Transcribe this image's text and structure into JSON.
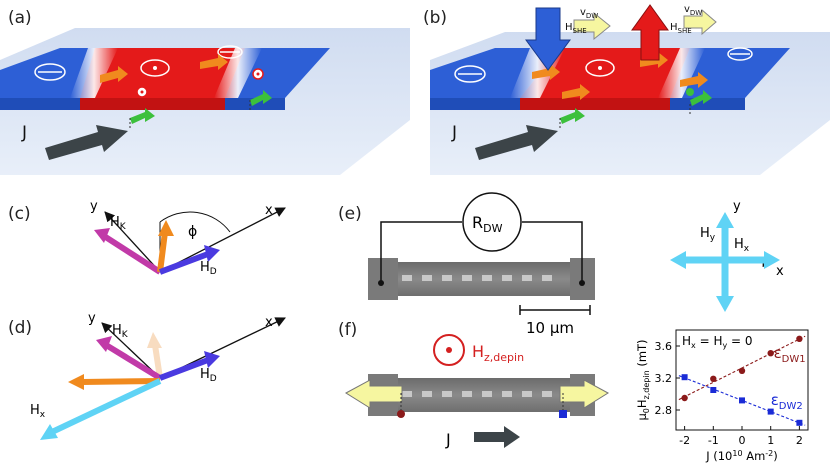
{
  "panels": {
    "a": {
      "label": "(a)",
      "current": "J"
    },
    "b": {
      "label": "(b)",
      "current": "J",
      "h_she": "H",
      "h_she_sub": "SHE",
      "v_dw": "v",
      "v_dw_sub": "DW"
    },
    "c": {
      "label": "(c)",
      "x": "x",
      "y": "y",
      "hk": "H",
      "hk_sub": "K",
      "hd": "H",
      "hd_sub": "D",
      "phi": "ϕ"
    },
    "d": {
      "label": "(d)",
      "x": "x",
      "y": "y",
      "hk": "H",
      "hk_sub": "K",
      "hd": "H",
      "hd_sub": "D",
      "hx": "H",
      "hx_sub": "x"
    },
    "e": {
      "label": "(e)",
      "r": "R",
      "r_sub": "DW",
      "scale": "10 μm"
    },
    "f": {
      "label": "(f)",
      "hz": "H",
      "hz_sub": "z,depin",
      "current": "J"
    },
    "axes": {
      "x": "x",
      "y": "y",
      "hx": "H",
      "hx_sub": "x",
      "hy": "H",
      "hy_sub": "y"
    }
  },
  "colors": {
    "blue_domain": "#2d5fd6",
    "red_domain": "#e41a1a",
    "orange": "#f08a1e",
    "magenta": "#c13aa8",
    "violet": "#4a3ae0",
    "cyan": "#5fd3f5",
    "dw1": "#8b1a1a",
    "dw2": "#1a2bd6"
  },
  "chart_data": {
    "type": "scatter",
    "annotation": "H_x = H_y = 0",
    "xlabel": "J (10^10 Am^-2)",
    "ylabel": "μ0 H_z,depin (mT)",
    "xlim": [
      -2.3,
      2.3
    ],
    "ylim": [
      2.55,
      3.8
    ],
    "xticks": [
      "-2",
      "-1",
      "0",
      "1",
      "2"
    ],
    "yticks": [
      "2.8",
      "3.2",
      "3.6"
    ],
    "x": [
      -2,
      -1,
      0,
      1,
      2
    ],
    "series": [
      {
        "name": "ε_DW1",
        "values": [
          2.95,
          3.19,
          3.29,
          3.51,
          3.69
        ],
        "color": "#8b1a1a",
        "marker": "circle"
      },
      {
        "name": "ε_DW2",
        "values": [
          3.21,
          3.05,
          2.92,
          2.78,
          2.64
        ],
        "color": "#1a2bd6",
        "marker": "square"
      }
    ]
  }
}
